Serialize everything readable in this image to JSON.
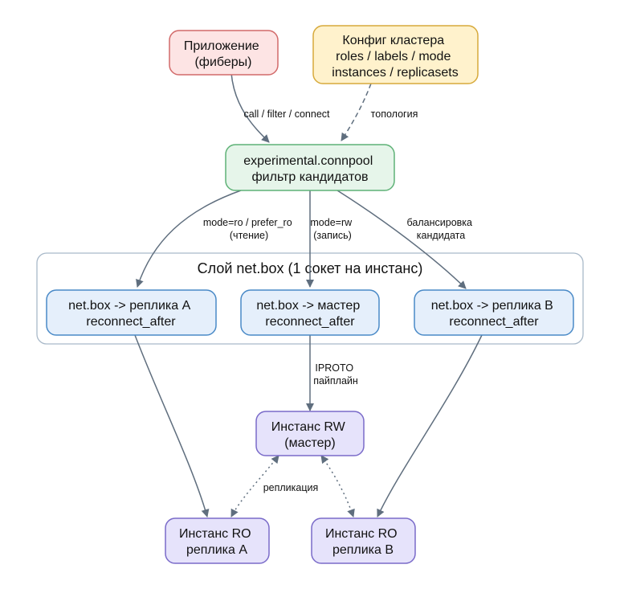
{
  "colors": {
    "edge": "#5f6e7e",
    "cluster_border": "#a9b9c9",
    "app_fill": "#fde4e4",
    "app_stroke": "#d26a6a",
    "config_fill": "#fff2cc",
    "config_stroke": "#d7aa3c",
    "pool_fill": "#e6f5ea",
    "pool_stroke": "#5fb277",
    "netbox_fill": "#e5effb",
    "netbox_stroke": "#4a8ac7",
    "instance_fill": "#e6e3fb",
    "instance_stroke": "#7a6bc9"
  },
  "cluster": {
    "label": "Слой net.box (1 сокет на инстанс)"
  },
  "nodes": {
    "app": {
      "lines": [
        "Приложение",
        "(фиберы)"
      ]
    },
    "config": {
      "lines": [
        "Конфиг кластера",
        "roles / labels / mode",
        "instances / replicasets"
      ]
    },
    "pool": {
      "lines": [
        "experimental.connpool",
        "фильтр кандидатов"
      ]
    },
    "nb_a": {
      "lines": [
        "net.box -> реплика A",
        "reconnect_after"
      ]
    },
    "nb_m": {
      "lines": [
        "net.box -> мастер",
        "reconnect_after"
      ]
    },
    "nb_b": {
      "lines": [
        "net.box -> реплика B",
        "reconnect_after"
      ]
    },
    "rw": {
      "lines": [
        "Инстанс RW",
        "(мастер)"
      ]
    },
    "ro_a": {
      "lines": [
        "Инстанс RO",
        "реплика A"
      ]
    },
    "ro_b": {
      "lines": [
        "Инстанс RO",
        "реплика B"
      ]
    }
  },
  "edges": {
    "app_pool": {
      "lines": [
        "call / filter / connect"
      ]
    },
    "config_pool": {
      "lines": [
        "топология"
      ]
    },
    "pool_a": {
      "lines": [
        "mode=ro / prefer_ro",
        "(чтение)"
      ]
    },
    "pool_m": {
      "lines": [
        "mode=rw",
        "(запись)"
      ]
    },
    "pool_b": {
      "lines": [
        "балансировка",
        "кандидата"
      ]
    },
    "m_rw": {
      "lines": [
        "IPROTO",
        "пайплайн"
      ]
    },
    "replication": {
      "lines": [
        "репликация"
      ]
    }
  }
}
